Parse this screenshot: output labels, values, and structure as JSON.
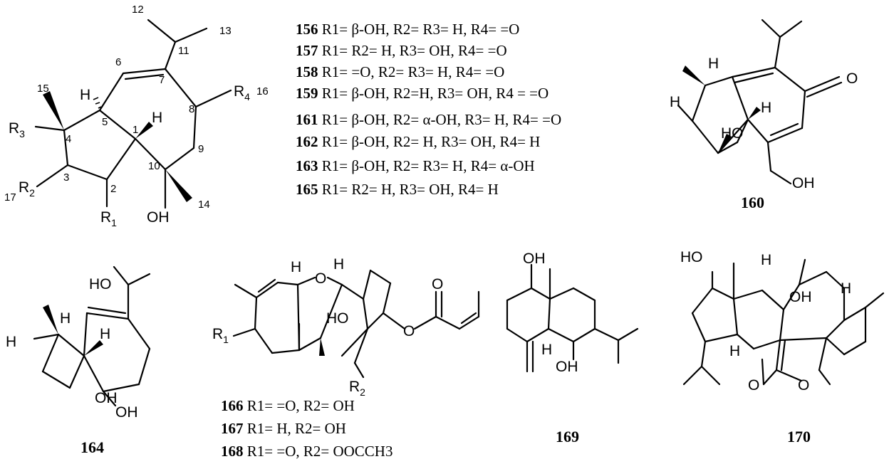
{
  "compound_ids": {
    "c160": "160",
    "c164": "164",
    "c169": "169",
    "c170": "170"
  },
  "scaffold_atoms": {
    "r1": "R",
    "r1_sub": "1",
    "r2": "R",
    "r2_sub": "2",
    "r3": "R",
    "r3_sub": "3",
    "r4": "R",
    "r4_sub": "4",
    "oh": "OH",
    "h5": "H",
    "h1": "H"
  },
  "scaffold_numbers": [
    "12",
    "13",
    "11",
    "6",
    "7",
    "15",
    "5",
    "8",
    "16",
    "1",
    "4",
    "9",
    "10",
    "3",
    "2",
    "17",
    "14"
  ],
  "table1": [
    {
      "id": "156",
      "text": "R1= β-OH, R2= R3= H, R4= =O"
    },
    {
      "id": "157",
      "text": "R1= R2= H, R3= OH, R4= =O"
    },
    {
      "id": "158",
      "text": "R1= =O, R2= R3= H, R4= =O"
    },
    {
      "id": "159",
      "text": "R1= β-OH, R2=H, R3= OH, R4 = =O"
    },
    {
      "id": "161",
      "text": "R1= β-OH, R2= α-OH,  R3= H, R4= =O"
    },
    {
      "id": "162",
      "text": "R1= β-OH, R2= H, R3= OH, R4= H"
    },
    {
      "id": "163",
      "text": "R1= β-OH, R2= R3= H, R4= α-OH"
    },
    {
      "id": "165",
      "text": "R1= R2= H, R3= OH, R4= H"
    }
  ],
  "table2": [
    {
      "id": "166",
      "text": "R1= =O, R2= OH"
    },
    {
      "id": "167",
      "text": "R1= H, R2= OH"
    },
    {
      "id": "168",
      "text": "R1= =O, R2= OOCCH3"
    }
  ],
  "labels_160": {
    "h_a": "H",
    "h_b": "H",
    "h_c": "H",
    "o": "O",
    "ho": "HO",
    "oh": "OH"
  },
  "labels_164": {
    "ho": "HO",
    "h_a": "H",
    "h_b": "H",
    "h_c": "H",
    "oh_a": "OH",
    "oh_b": "OH"
  },
  "labels_166": {
    "o_ring": "O",
    "h_a": "H",
    "h_b": "H",
    "ho": "HO",
    "o_ester": "O",
    "o_carbonyl": "O",
    "r1": "R",
    "r1_sub": "1",
    "r2": "R",
    "r2_sub": "2"
  },
  "labels_169": {
    "oh_top": "OH",
    "oh_bottom": "OH",
    "h": "H"
  },
  "labels_170": {
    "ho": "HO",
    "oh": "OH",
    "h_a": "H",
    "h_b": "H",
    "h_c": "H",
    "o_ring": "O",
    "o_carbonyl": "O"
  }
}
